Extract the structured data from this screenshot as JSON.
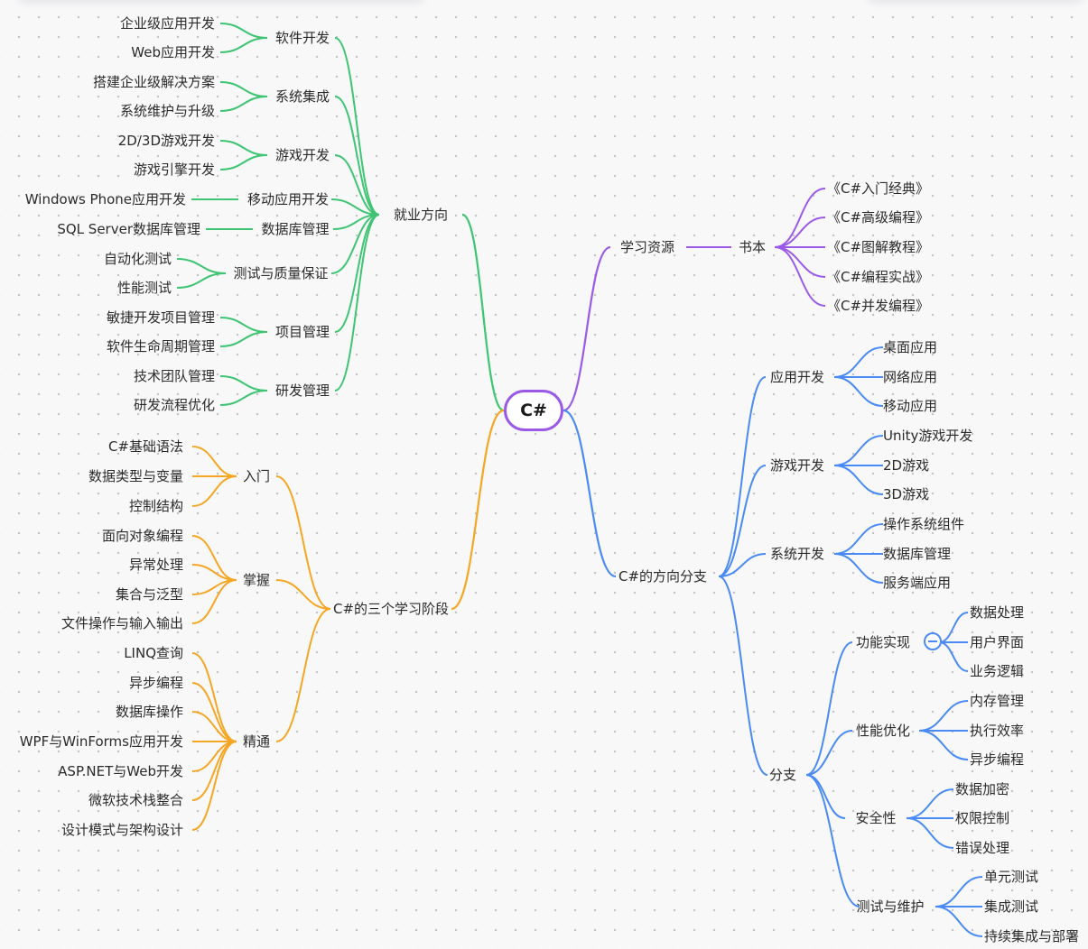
{
  "root": {
    "label": "C#"
  },
  "colors": {
    "green": "#3ec472",
    "orange": "#f5a623",
    "purple": "#9b59e8",
    "blue": "#4a8af4"
  },
  "employment": {
    "label": "就业方向",
    "children": [
      {
        "label": "软件开发",
        "children": [
          "企业级应用开发",
          "Web应用开发"
        ]
      },
      {
        "label": "系统集成",
        "children": [
          "搭建企业级解决方案",
          "系统维护与升级"
        ]
      },
      {
        "label": "游戏开发",
        "children": [
          "2D/3D游戏开发",
          "游戏引擎开发"
        ]
      },
      {
        "label": "移动应用开发",
        "children": [
          "Windows Phone应用开发"
        ]
      },
      {
        "label": "数据库管理",
        "children": [
          "SQL Server数据库管理"
        ]
      },
      {
        "label": "测试与质量保证",
        "children": [
          "自动化测试",
          "性能测试"
        ]
      },
      {
        "label": "项目管理",
        "children": [
          "敏捷开发项目管理",
          "软件生命周期管理"
        ]
      },
      {
        "label": "研发管理",
        "children": [
          "技术团队管理",
          "研发流程优化"
        ]
      }
    ]
  },
  "stages": {
    "label": "C#的三个学习阶段",
    "children": [
      {
        "label": "入门",
        "children": [
          "C#基础语法",
          "数据类型与变量",
          "控制结构"
        ]
      },
      {
        "label": "掌握",
        "children": [
          "面向对象编程",
          "异常处理",
          "集合与泛型",
          "文件操作与输入输出"
        ]
      },
      {
        "label": "精通",
        "children": [
          "LINQ查询",
          "异步编程",
          "数据库操作",
          "WPF与WinForms应用开发",
          "ASP.NET与Web开发",
          "微软技术栈整合",
          "设计模式与架构设计"
        ]
      }
    ]
  },
  "resources": {
    "label": "学习资源",
    "children": [
      {
        "label": "书本",
        "children": [
          "《C#入门经典》",
          "《C#高级编程》",
          "《C#图解教程》",
          "《C#编程实战》",
          "《C#并发编程》"
        ]
      }
    ]
  },
  "branches": {
    "label": "C#的方向分支",
    "children": [
      {
        "label": "应用开发",
        "children": [
          "桌面应用",
          "网络应用",
          "移动应用"
        ]
      },
      {
        "label": "游戏开发",
        "children": [
          "Unity游戏开发",
          "2D游戏",
          "3D游戏"
        ]
      },
      {
        "label": "系统开发",
        "children": [
          "操作系统组件",
          "数据库管理",
          "服务端应用"
        ]
      },
      {
        "label": "分支",
        "children": [
          {
            "label": "功能实现",
            "children": [
              "数据处理",
              "用户界面",
              "业务逻辑"
            ]
          },
          {
            "label": "性能优化",
            "children": [
              "内存管理",
              "执行效率",
              "异步编程"
            ]
          },
          {
            "label": "安全性",
            "children": [
              "数据加密",
              "权限控制",
              "错误处理"
            ]
          },
          {
            "label": "测试与维护",
            "children": [
              "单元测试",
              "集成测试",
              "持续集成与部署"
            ]
          }
        ]
      }
    ]
  }
}
